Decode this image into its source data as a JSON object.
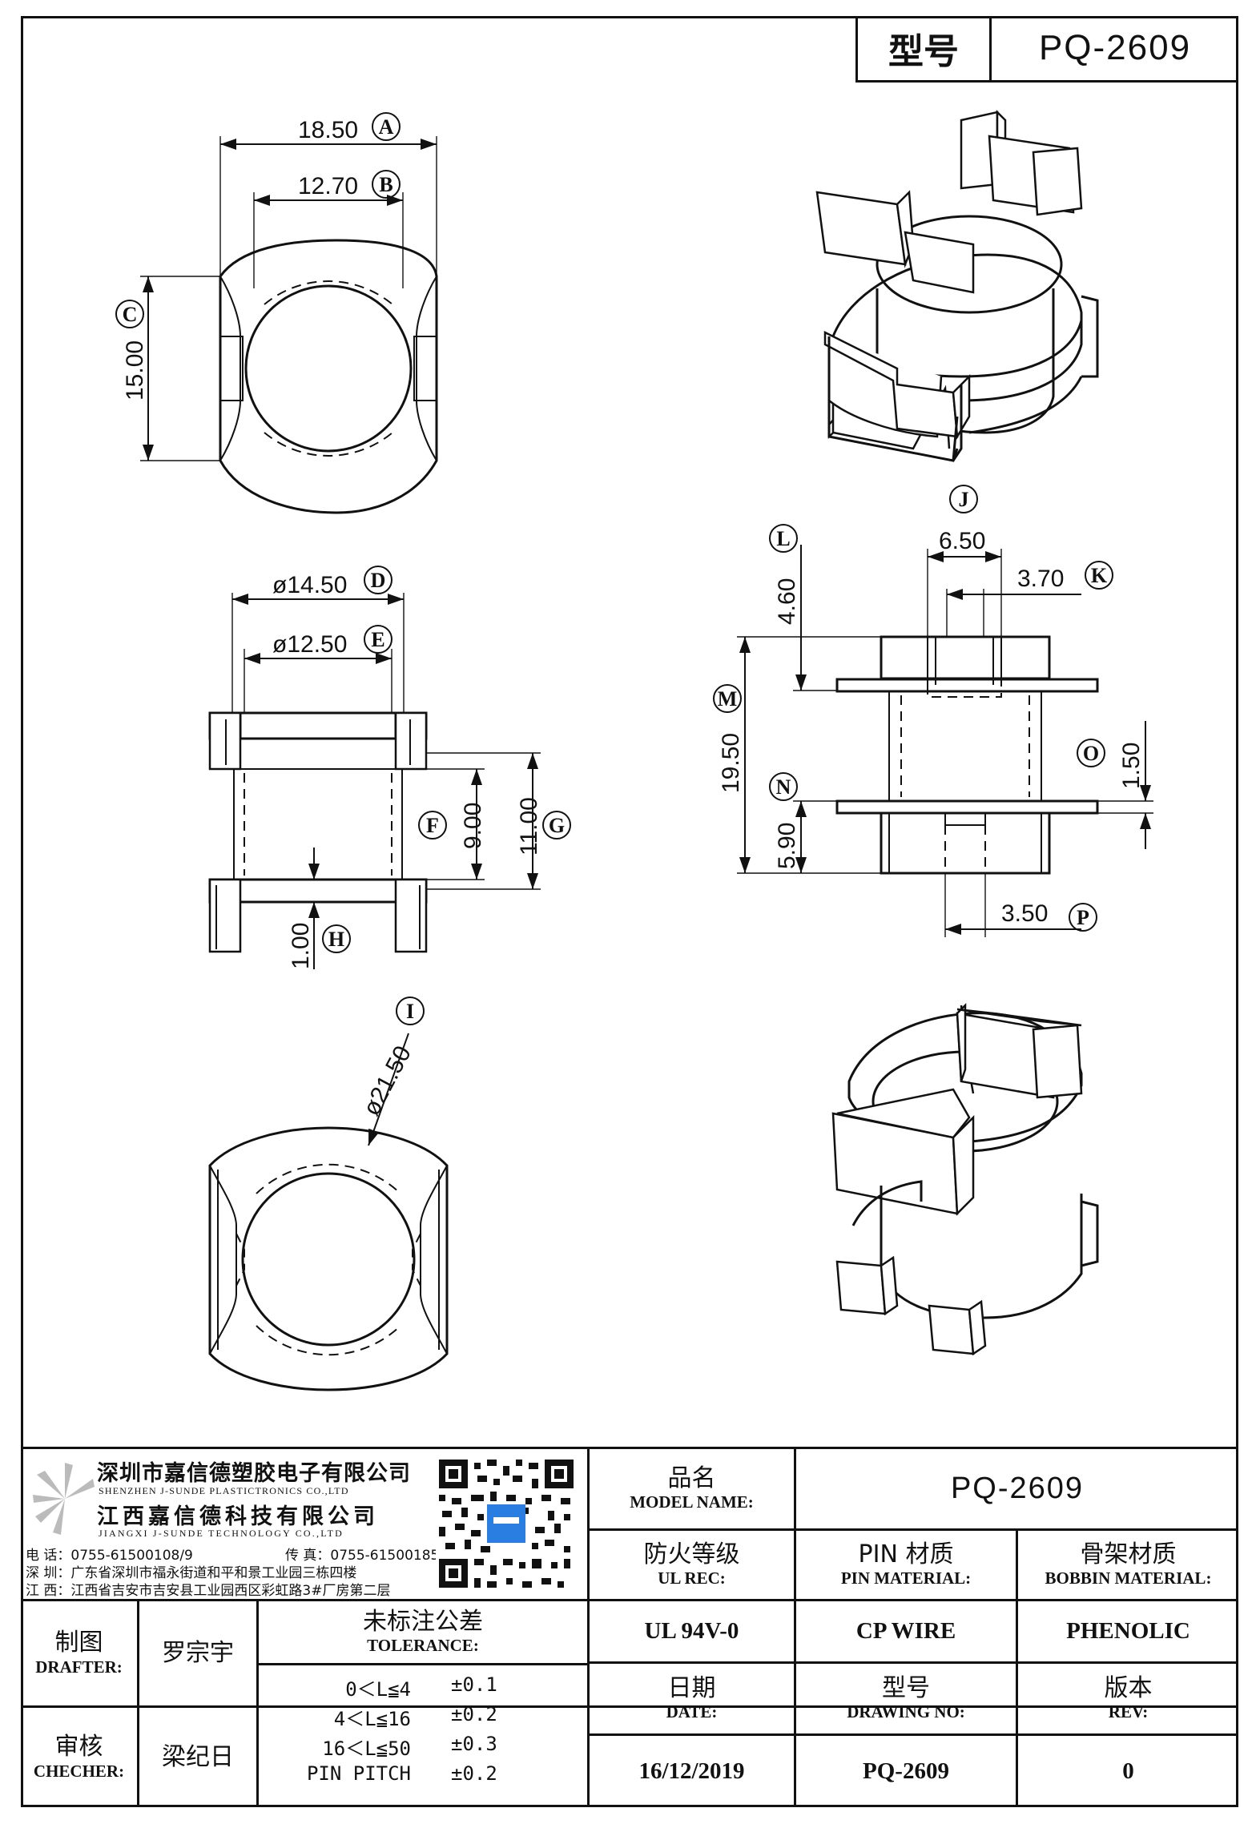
{
  "header": {
    "label": "型号",
    "model": "PQ-2609"
  },
  "dimensions": {
    "A": "18.50",
    "B": "12.70",
    "C": "15.00",
    "D": "ø14.50",
    "E": "ø12.50",
    "F": "9.00",
    "G": "11.00",
    "H": "1.00",
    "I": "ø21.50",
    "J": "6.50",
    "K": "3.70",
    "L": "4.60",
    "M": "19.50",
    "N": "5.90",
    "O": "1.50",
    "P": "3.50"
  },
  "bubbles": [
    "A",
    "B",
    "C",
    "D",
    "E",
    "F",
    "G",
    "H",
    "I",
    "J",
    "K",
    "L",
    "M",
    "N",
    "O",
    "P"
  ],
  "company": {
    "name_cn_1": "深圳市嘉信德塑胶电子有限公司",
    "name_en_1": "SHENZHEN J-SUNDE PLASTICTRONICS CO.,LTD",
    "name_cn_2": "江西嘉信德科技有限公司",
    "name_en_2": "JIANGXI J-SUNDE TECHNOLOGY CO.,LTD",
    "phone": "电 话：0755-61500108/9",
    "fax": "传 真：0755-61500185",
    "addr_sz": "深 圳：广东省深圳市福永街道和平和景工业园三栋四楼",
    "addr_jx": "江 西：江西省吉安市吉安县工业园西区彩虹路3#厂房第二层"
  },
  "title_block": {
    "model_name": {
      "cn": "品名",
      "en": "MODEL NAME:",
      "value": "PQ-2609"
    },
    "ul_rec": {
      "cn": "防火等级",
      "en": "UL REC:",
      "value": "UL 94V-0"
    },
    "pin_material": {
      "cn": "PIN 材质",
      "en": "PIN MATERIAL:",
      "value": "CP WIRE"
    },
    "bobbin_material": {
      "cn": "骨架材质",
      "en": "BOBBIN MATERIAL:",
      "value": "PHENOLIC"
    },
    "drafter": {
      "cn": "制图",
      "en": "DRAFTER:",
      "value": "罗宗宇"
    },
    "checker": {
      "cn": "审核",
      "en": "CHECHER:",
      "value": "梁纪日"
    },
    "tolerance": {
      "cn": "未标注公差",
      "en": "TOLERANCE:",
      "rows": [
        {
          "range": "0＜L≦4",
          "tol": "±0.1"
        },
        {
          "range": "4＜L≦16",
          "tol": "±0.2"
        },
        {
          "range": "16＜L≦50",
          "tol": "±0.3"
        },
        {
          "range": "PIN PITCH",
          "tol": "±0.2"
        }
      ]
    },
    "date": {
      "cn": "日期",
      "en": "DATE:",
      "value": "16/12/2019"
    },
    "drawing_no": {
      "cn": "型号",
      "en": "DRAWING NO:",
      "value": "PQ-2609"
    },
    "rev": {
      "cn": "版本",
      "en": "REV:",
      "value": "0"
    }
  }
}
